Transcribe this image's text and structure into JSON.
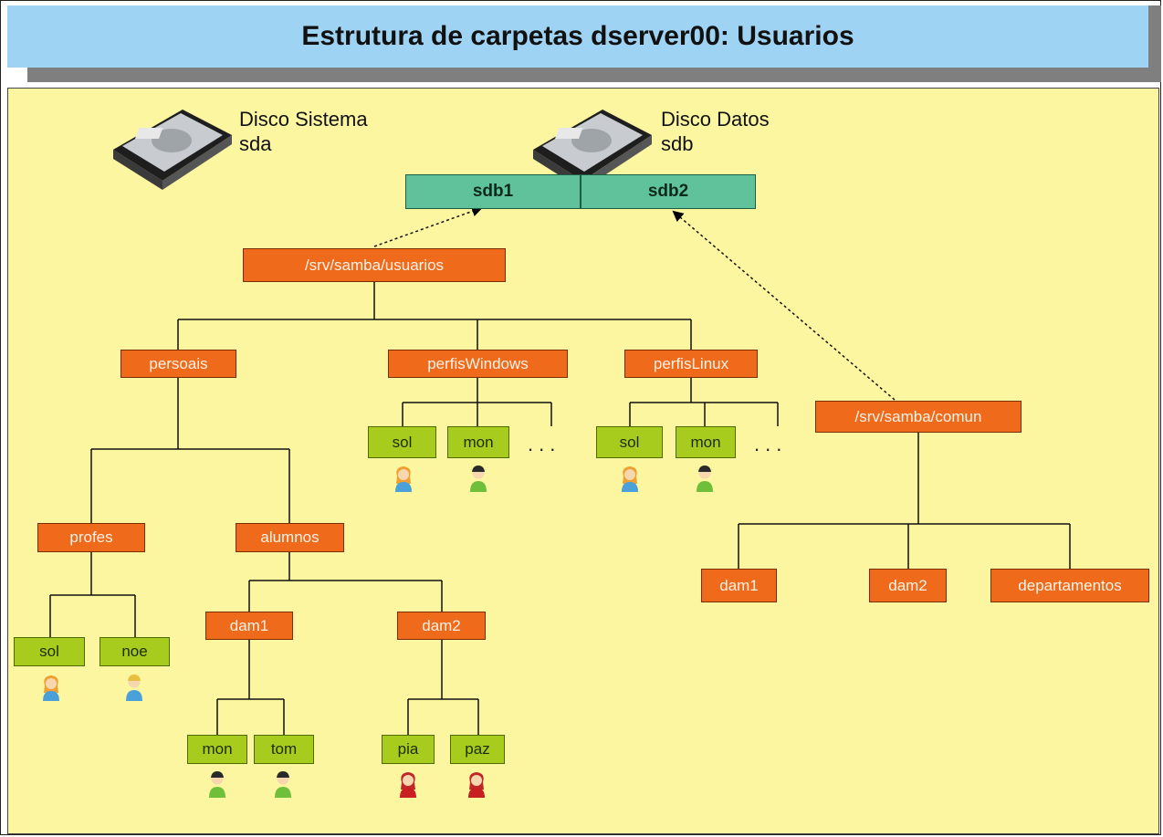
{
  "title": "Estrutura de carpetas dserver00: Usuarios",
  "disks": {
    "system": {
      "name": "Disco Sistema",
      "device": "sda"
    },
    "data": {
      "name": "Disco Datos",
      "device": "sdb"
    }
  },
  "partitions": [
    "sdb1",
    "sdb2"
  ],
  "dirs": {
    "usuarios": "/srv/samba/usuarios",
    "persoais": "persoais",
    "perfisWindows": "perfisWindows",
    "perfisLinux": "perfisLinux",
    "comun": "/srv/samba/comun",
    "profes": "profes",
    "alumnos": "alumnos",
    "dam1": "dam1",
    "dam2": "dam2",
    "comun_dam1": "dam1",
    "comun_dam2": "dam2",
    "departamentos": "departamentos"
  },
  "users": {
    "pw_sol": "sol",
    "pw_mon": "mon",
    "pl_sol": "sol",
    "pl_mon": "mon",
    "pr_sol": "sol",
    "pr_noe": "noe",
    "d1_mon": "mon",
    "d1_tom": "tom",
    "d2_pia": "pia",
    "d2_paz": "paz"
  },
  "ellipsis": "...",
  "icons": [
    "hard-disk-icon",
    "user-icon"
  ]
}
